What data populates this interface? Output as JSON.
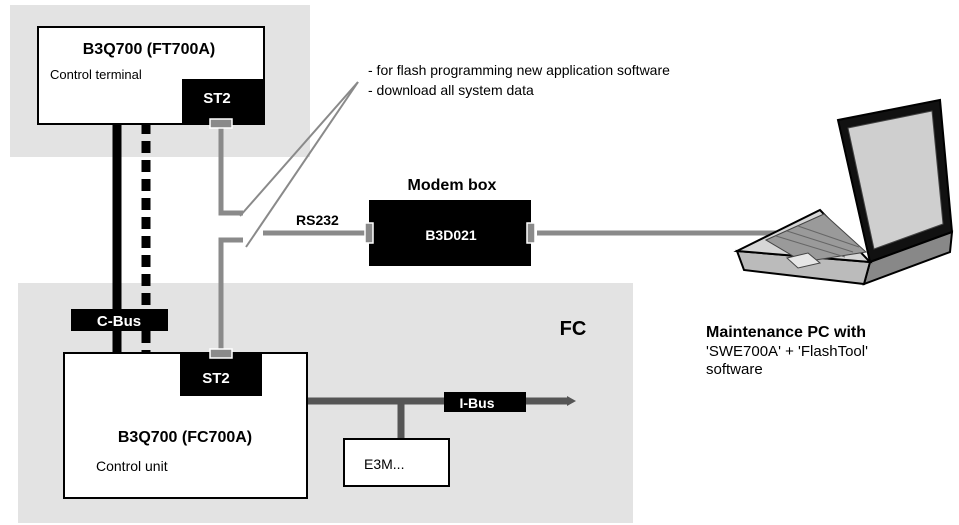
{
  "terminal": {
    "title": "B3Q700 (FT700A)",
    "subtitle": "Control terminal",
    "port": "ST2"
  },
  "unit": {
    "title": "B3Q700 (FC700A)",
    "subtitle": "Control unit",
    "port": "ST2"
  },
  "fc_label": "FC",
  "cbus_label": "C-Bus",
  "ibus_label": "I-Bus",
  "e3m_label": "E3M...",
  "annotation": {
    "line1": "- for flash programming new application software",
    "line2": "- download all system data"
  },
  "modem": {
    "title": "Modem box",
    "box_label": "B3D021",
    "link_label": "RS232"
  },
  "pc": {
    "line1": "Maintenance PC with",
    "line2": "'SWE700A' + 'FlashTool'",
    "line3": "software"
  },
  "colors": {
    "panel": "#e3e3e3",
    "black": "#000000",
    "cable": "#8a8a8a",
    "white": "#ffffff"
  }
}
